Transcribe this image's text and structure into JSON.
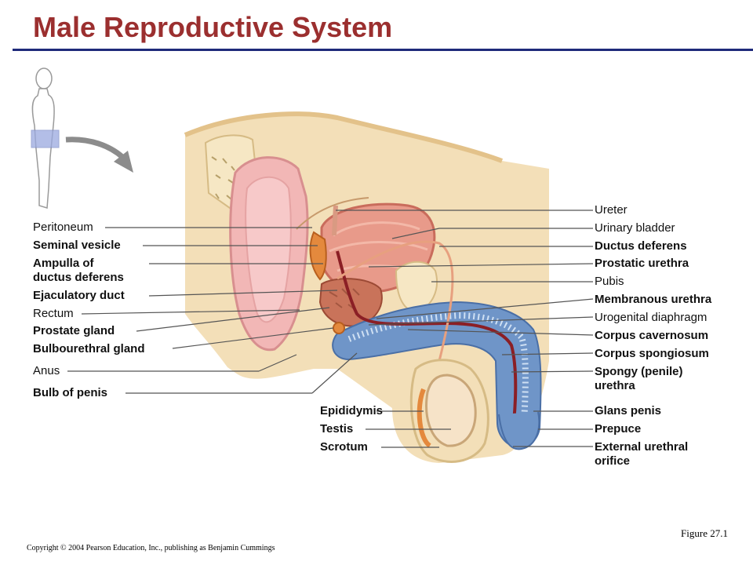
{
  "title": "Male Reproductive System",
  "figure_label": "Figure 27.1",
  "copyright": "Copyright © 2004 Pearson Education, Inc., publishing as Benjamin Cummings",
  "labels_left": [
    {
      "text": "Peritoneum",
      "bold": false
    },
    {
      "text": "Seminal vesicle",
      "bold": true
    },
    {
      "text": "Ampulla of",
      "bold": true
    },
    {
      "text": "ductus deferens",
      "bold": true
    },
    {
      "text": "Ejaculatory duct",
      "bold": true
    },
    {
      "text": "Rectum",
      "bold": false
    },
    {
      "text": "Prostate gland",
      "bold": true
    },
    {
      "text": "Bulbourethral gland",
      "bold": true
    },
    {
      "text": "Anus",
      "bold": false
    },
    {
      "text": "Bulb of penis",
      "bold": true
    }
  ],
  "labels_bottom": [
    {
      "text": "Epididymis",
      "bold": true
    },
    {
      "text": "Testis",
      "bold": true
    },
    {
      "text": "Scrotum",
      "bold": true
    }
  ],
  "labels_right": [
    {
      "text": "Ureter",
      "bold": false
    },
    {
      "text": "Urinary bladder",
      "bold": false
    },
    {
      "text": "Ductus deferens",
      "bold": true
    },
    {
      "text": "Prostatic urethra",
      "bold": true
    },
    {
      "text": "Pubis",
      "bold": false
    },
    {
      "text": "Membranous urethra",
      "bold": true
    },
    {
      "text": "Urogenital diaphragm",
      "bold": false
    },
    {
      "text": "Corpus cavernosum",
      "bold": true
    },
    {
      "text": "Corpus spongiosum",
      "bold": true
    },
    {
      "text": "Spongy (penile)",
      "bold": true
    },
    {
      "text": "urethra",
      "bold": true
    },
    {
      "text": "Glans penis",
      "bold": true
    },
    {
      "text": "Prepuce",
      "bold": true
    },
    {
      "text": "External urethral",
      "bold": true
    },
    {
      "text": "orifice",
      "bold": true
    }
  ],
  "colors": {
    "title": "#9b2f2f",
    "rule": "#1f2a7a",
    "skin": "#f3dfb8",
    "bladder": "#e89a8a",
    "spongy_tissue": "#6f95c8",
    "prostate": "#c9735a",
    "rectum": "#f2b7b6"
  }
}
